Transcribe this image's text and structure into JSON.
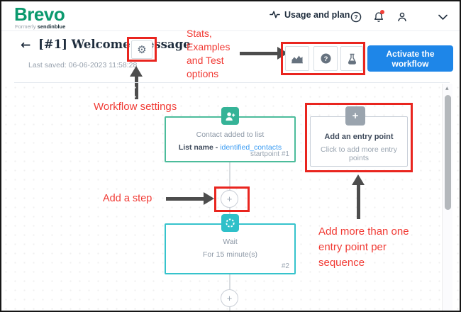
{
  "colors": {
    "brand_green": "#0b996e",
    "accent_blue": "#1e86e8",
    "link_blue": "#3d9df3",
    "node_teal": "#35b397",
    "node_cyan": "#2fc0c9",
    "annotation_red": "#e9251f"
  },
  "topbar": {
    "logo": "Brevo",
    "formerly": "Formerly",
    "old_brand": "sendinblue",
    "usage_label": "Usage and plan"
  },
  "header": {
    "back": "←",
    "title": "[#1] Welcome message",
    "last_saved": "Last saved: 06-06-2023 11:58:28",
    "gear": "⚙",
    "activate": "Activate the workflow"
  },
  "annotations": {
    "stats_note": "Stats,\nExamples\nand Test\noptions",
    "settings_note": "Workflow settings",
    "add_step_note": "Add a step",
    "entry_note": "Add more than one\nentry point per\nsequence"
  },
  "workflow": {
    "contact": {
      "title": "Contact added to list",
      "field_label": "List name -",
      "field_value": "identified_contacts",
      "badge": "startpoint #1"
    },
    "entry": {
      "plus": "+",
      "title": "Add an entry point",
      "subtitle": "Click to add more entry points"
    },
    "wait": {
      "title": "Wait",
      "subtitle": "For 15 minute(s)",
      "badge": "#2"
    },
    "plus": "+",
    "scroll_up": "▲"
  }
}
